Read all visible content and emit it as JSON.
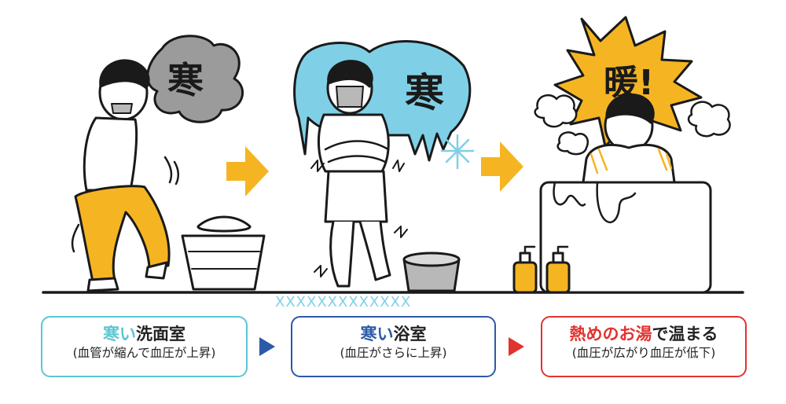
{
  "bubbles": {
    "cold1": "寒",
    "cold2": "寒",
    "warm": "暖!"
  },
  "captions": [
    {
      "accent": "寒い",
      "rest": "洗面室",
      "sub": "(血管が縮んで血圧が上昇)"
    },
    {
      "accent": "寒い",
      "rest": "浴室",
      "sub": "(血圧がさらに上昇)"
    },
    {
      "accent": "熱めのお湯",
      "rest": "で温まる",
      "sub": "(血圧が広がり血圧が低下)"
    }
  ],
  "colors": {
    "cyan": "#5bc6d2",
    "blue": "#2b5aa8",
    "red": "#e1332f",
    "yellow": "#f5b522",
    "ice": "#7fd0e6",
    "cloud": "#9b9b9b"
  }
}
